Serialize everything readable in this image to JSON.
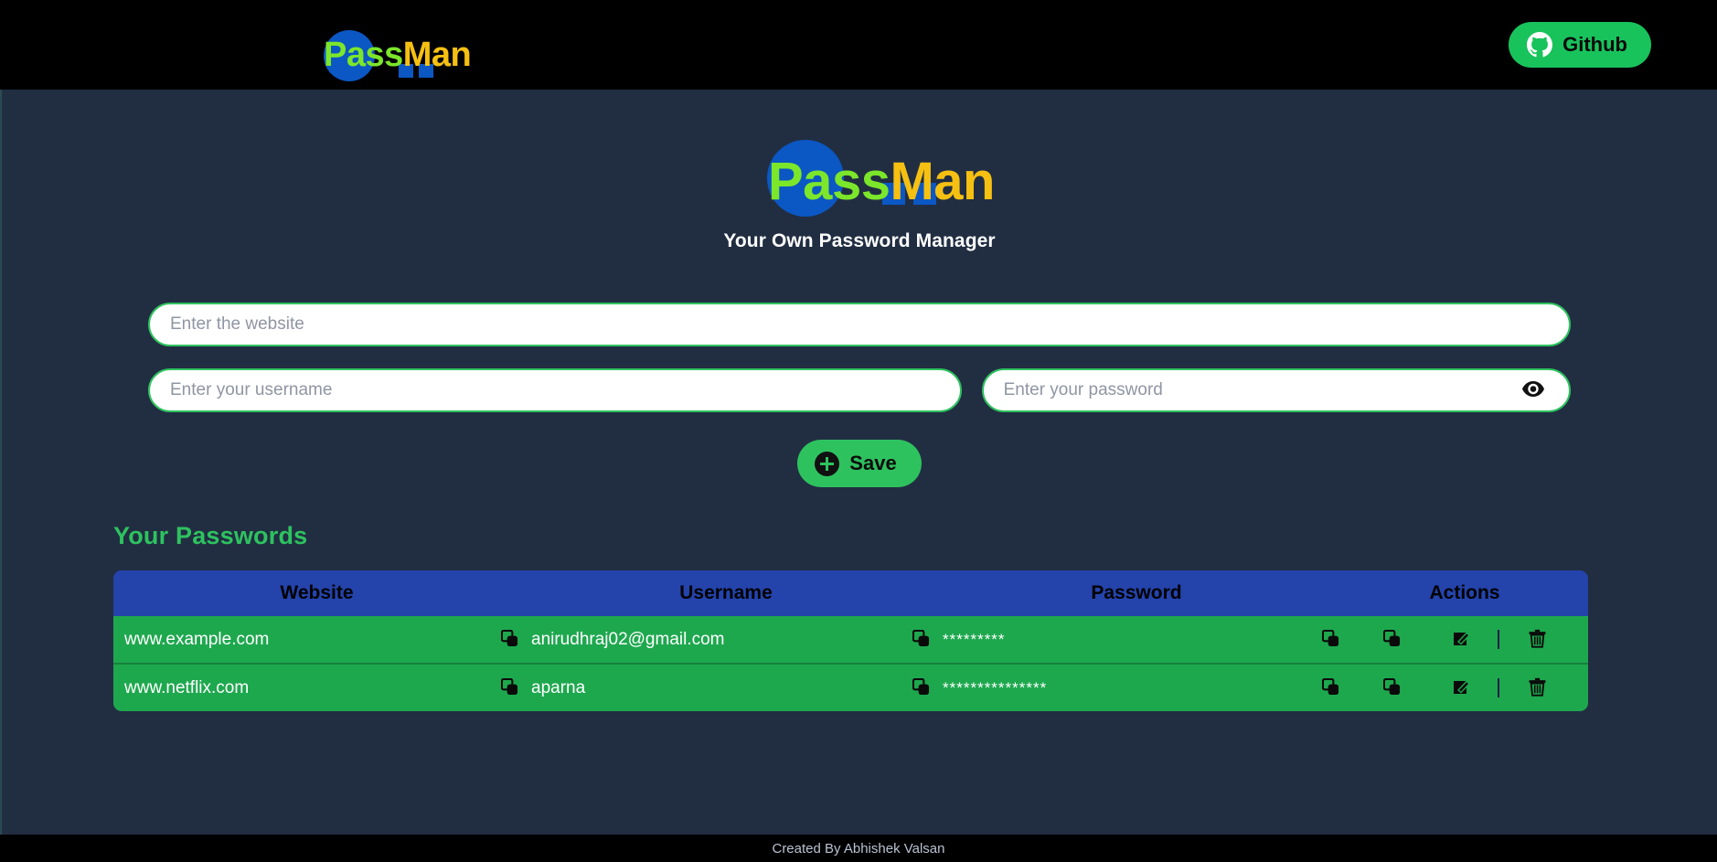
{
  "navbar": {
    "logo": {
      "part1": "Pass",
      "part2": "Man"
    },
    "github_button": {
      "label": "Github",
      "icon": "github-icon",
      "bg_color": "#19c35c"
    }
  },
  "hero": {
    "logo": {
      "part1": "Pass",
      "part2": "Man"
    },
    "tagline": "Your Own Password Manager"
  },
  "form": {
    "website": {
      "placeholder": "Enter the website",
      "value": ""
    },
    "username": {
      "placeholder": "Enter your username",
      "value": ""
    },
    "password": {
      "placeholder": "Enter your password",
      "value": "",
      "toggle_icon": "eye-icon"
    },
    "save_button": {
      "label": "Save",
      "icon": "plus-circle-icon"
    }
  },
  "passwords": {
    "section_title": "Your Passwords",
    "columns": [
      "Website",
      "Username",
      "Password",
      "Actions"
    ],
    "rows": [
      {
        "website": "www.example.com",
        "username": "anirudhraj02@gmail.com",
        "password": "*********"
      },
      {
        "website": "www.netflix.com",
        "username": "aparna",
        "password": "***************"
      }
    ]
  },
  "footer": {
    "text": "Created By Abhishek Valsan"
  },
  "colors": {
    "page_bg": "#212e42",
    "navbar_bg": "#000000",
    "accent_green": "#2ec25f",
    "row_green": "#1ea84e",
    "header_blue": "#2443ab",
    "logo_blue": "#0b57c4",
    "logo_green": "#7ce62a",
    "logo_yellow": "#f6c012"
  }
}
